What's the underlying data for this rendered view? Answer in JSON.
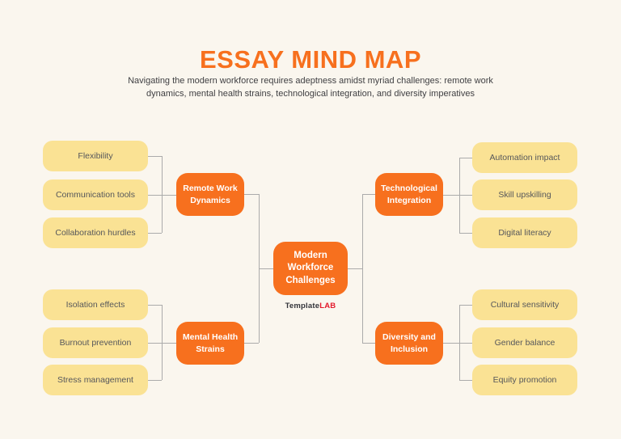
{
  "page": {
    "title": "ESSAY MIND MAP",
    "subtitle": "Navigating the modern workforce requires adeptness amidst myriad challenges: remote work dynamics, mental health strains, technological integration, and diversity imperatives"
  },
  "watermark": {
    "prefix": "Template",
    "suffix": "LAB"
  },
  "colors": {
    "background": "#FAF6EE",
    "node_orange": "#F7701E",
    "leaf_yellow": "#FAE294",
    "leaf_text": "#56575B",
    "connector_gray": "#ABABAB",
    "title_orange": "#F7701E",
    "watermark_dark": "#33343A",
    "watermark_red": "#E3192B"
  },
  "center": {
    "label": "Modern Workforce Challenges"
  },
  "branches": [
    {
      "label": "Remote Work Dynamics",
      "position": "top-left",
      "leaves": [
        "Flexibility",
        "Communication tools",
        "Collaboration hurdles"
      ]
    },
    {
      "label": "Mental Health Strains",
      "position": "bottom-left",
      "leaves": [
        "Isolation effects",
        "Burnout prevention",
        "Stress management"
      ]
    },
    {
      "label": "Technological Integration",
      "position": "top-right",
      "leaves": [
        "Automation impact",
        "Skill upskilling",
        "Digital literacy"
      ]
    },
    {
      "label": "Diversity and Inclusion",
      "position": "bottom-right",
      "leaves": [
        "Cultural sensitivity",
        "Gender balance",
        "Equity promotion"
      ]
    }
  ]
}
